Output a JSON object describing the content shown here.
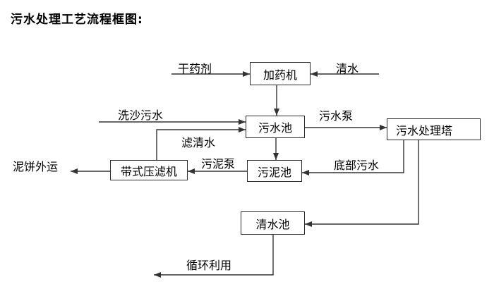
{
  "page": {
    "title": "污水处理工艺流程框图:"
  },
  "diagram": {
    "boxes": {
      "dosing_machine": "加药机",
      "sewage_pool": "污水池",
      "treatment_tower": "污水处理塔",
      "sludge_pool": "污泥池",
      "belt_filter_press": "带式压滤机",
      "clean_water_pool": "清水池"
    },
    "flow_labels": {
      "dry_agent": "干药剂",
      "clean_water": "清水",
      "sand_washing_sewage": "洗沙污水",
      "sewage_pump": "污水泵",
      "filtered_water": "滤清水",
      "sludge_pump": "污泥泵",
      "bottom_sewage": "底部污水",
      "mud_cake_out": "泥饼外运",
      "recycle_use": "循环利用"
    }
  },
  "colors": {
    "line": "#333333",
    "text": "#000000",
    "background": "#ffffff"
  }
}
